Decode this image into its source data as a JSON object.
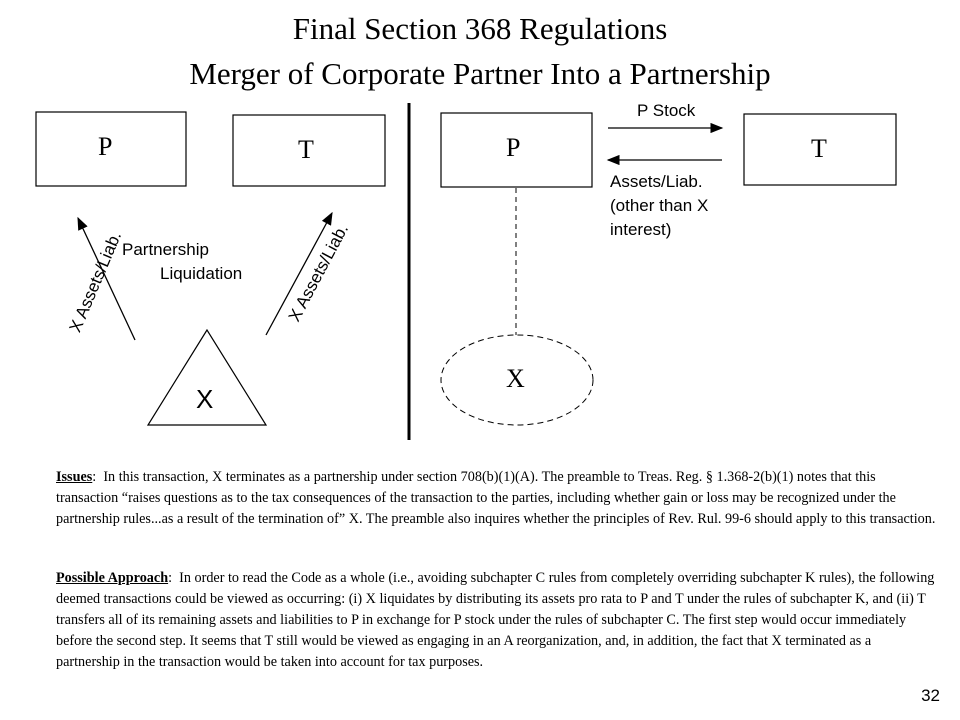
{
  "title": {
    "line1": "Final Section 368 Regulations",
    "line2": "Merger of Corporate Partner Into a Partnership"
  },
  "left_diagram": {
    "box_p": "P",
    "box_t": "T",
    "triangle_x": "X",
    "arrow_left_label": "X Assets/Liab.",
    "arrow_right_label": "X Assets/Liab.",
    "liquidation_line1": "Partnership",
    "liquidation_line2": "Liquidation"
  },
  "right_diagram": {
    "box_p": "P",
    "box_t": "T",
    "ellipse_x": "X",
    "p_stock_label": "P Stock",
    "assets_line1": "Assets/Liab.",
    "assets_line2": "(other than X",
    "assets_line3": "interest)"
  },
  "issues": {
    "heading": "Issues",
    "text": "In this transaction, X terminates as a partnership under section 708(b)(1)(A).  The preamble to Treas. Reg. § 1.368-2(b)(1) notes that this transaction “raises questions as to the tax consequences of the transaction to the parties, including whether gain or loss may be recognized under the partnership rules...as a result of the termination of” X.  The preamble also inquires whether the principles of Rev. Rul. 99-6 should apply to this transaction."
  },
  "approach": {
    "heading": "Possible Approach",
    "text": "In order to read the Code as a whole (i.e.,  avoiding subchapter C rules from completely overriding subchapter K rules), the following deemed transactions could be viewed as occurring:  (i) X liquidates by distributing its assets pro rata to P and T under the rules of subchapter K, and (ii) T transfers all of its remaining assets and liabilities to P in exchange for P stock under the rules of subchapter C.  The first step would occur immediately before the second step.  It seems that T still would be viewed as engaging in an A reorganization, and, in addition, the fact that X terminated as a partnership in the transaction would be taken into account for tax purposes."
  },
  "page_number": "32"
}
